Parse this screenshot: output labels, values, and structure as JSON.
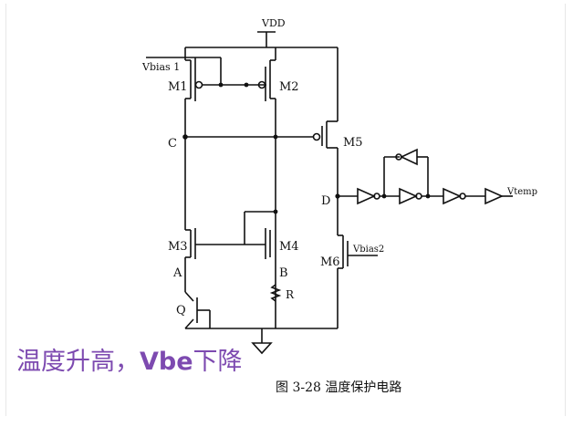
{
  "labels": {
    "vdd": "VDD",
    "vbias1": "Vbias 1",
    "vbias2": "Vbias2",
    "vtemp": "Vtemp",
    "m1": "M1",
    "m2": "M2",
    "m3": "M3",
    "m4": "M4",
    "m5": "M5",
    "m6": "M6",
    "c": "C",
    "d": "D",
    "a": "A",
    "b": "B",
    "q": "Q",
    "r": "R"
  },
  "overlay": {
    "part1": "温度升高，",
    "part2": "Vbe",
    "part3": "下降"
  },
  "caption": "图 3-28 温度保护电路"
}
